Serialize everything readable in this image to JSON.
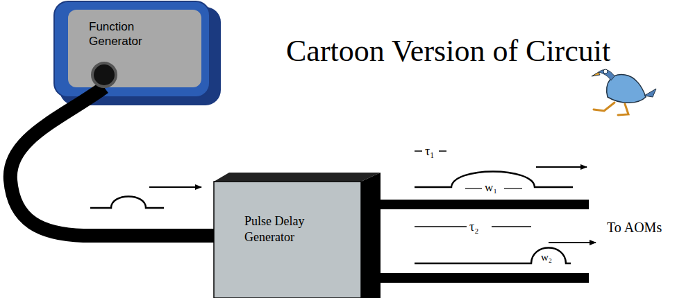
{
  "diagram": {
    "title": "Cartoon Version of Circuit",
    "nodes": [
      {
        "text": [
          "Function Generator"
        ]
      },
      {
        "text": [
          "Pulse Delay Generator"
        ]
      }
    ],
    "edges": [
      {
        "from": 0,
        "to": 1,
        "arrow": "none"
      }
    ],
    "labels": [
      "τ₁",
      "w₁",
      "τ₂",
      "w₂",
      "To AOMs"
    ]
  }
}
